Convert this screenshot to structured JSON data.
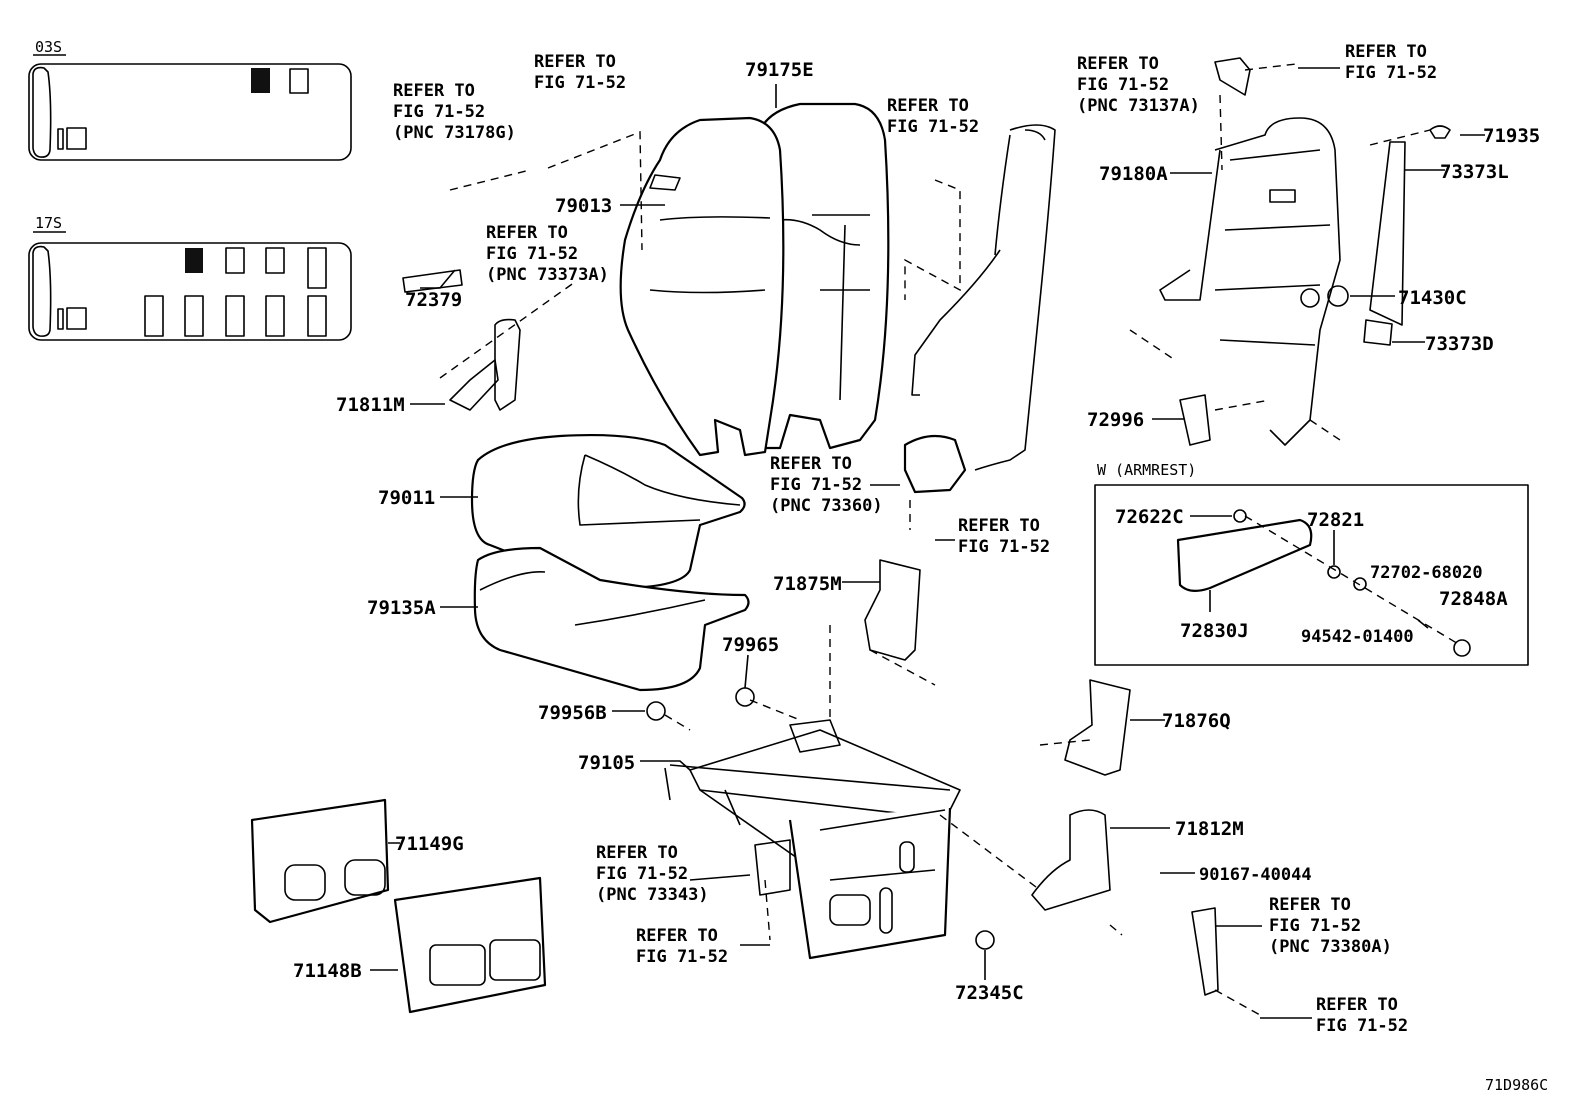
{
  "legend": {
    "box1_title": "03S",
    "box2_title": "17S",
    "armrest_title": "W (ARMREST)"
  },
  "refs": {
    "r1": [
      "REFER TO",
      "FIG 71-52"
    ],
    "r2": [
      "REFER TO",
      "FIG 71-52",
      "(PNC 73178G)"
    ],
    "r3": [
      "REFER TO",
      "FIG 71-52",
      "(PNC 73373A)"
    ],
    "r4": [
      "REFER TO",
      "FIG 71-52"
    ],
    "r5": [
      "REFER TO",
      "FIG 71-52",
      "(PNC 73137A)"
    ],
    "r6": [
      "REFER TO",
      "FIG 71-52"
    ],
    "r7": [
      "REFER TO",
      "FIG 71-52",
      "(PNC 73360)"
    ],
    "r8": [
      "REFER TO",
      "FIG 71-52"
    ],
    "r9": [
      "REFER TO",
      "FIG 71-52",
      "(PNC 73343)"
    ],
    "r10": [
      "REFER TO",
      "FIG 71-52"
    ],
    "r11": [
      "REFER TO",
      "FIG 71-52",
      "(PNC 73380A)"
    ],
    "r12": [
      "REFER TO",
      "FIG 71-52"
    ]
  },
  "parts": {
    "p79175E": "79175E",
    "p79013": "79013",
    "p72379": "72379",
    "p71811M": "71811M",
    "p79011": "79011",
    "p79135A": "79135A",
    "p79180A": "79180A",
    "p71935": "71935",
    "p73373L": "73373L",
    "p73373D": "73373D",
    "p71430C": "71430C",
    "p72996": "72996",
    "p72622C": "72622C",
    "p72821": "72821",
    "p72702": "72702-68020",
    "p72848A": "72848A",
    "p72830J": "72830J",
    "p94542": "94542-01400",
    "p71875M": "71875M",
    "p79965": "79965",
    "p79956B": "79956B",
    "p79105": "79105",
    "p71876Q": "71876Q",
    "p71812M": "71812M",
    "p90167": "90167-40044",
    "p71149G": "71149G",
    "p71148B": "71148B",
    "p72345C": "72345C"
  },
  "figure_id": "71D986C"
}
